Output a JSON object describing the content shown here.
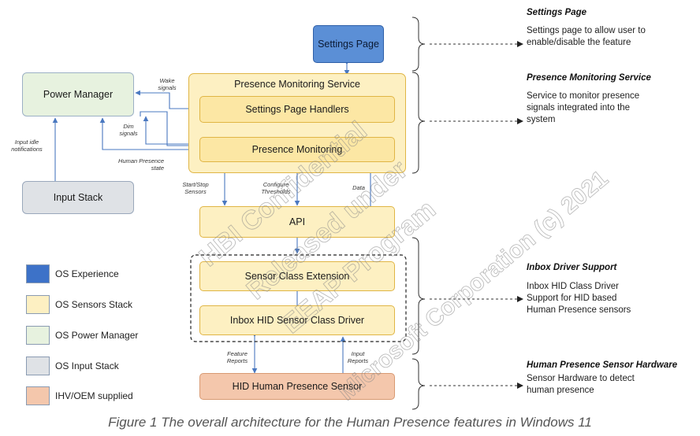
{
  "boxes": {
    "settings_page": "Settings Page",
    "power_manager": "Power Manager",
    "presence_monitoring_service": "Presence Monitoring Service",
    "settings_page_handlers": "Settings Page Handlers",
    "presence_monitoring": "Presence Monitoring",
    "input_stack": "Input Stack",
    "api": "API",
    "sensor_class_extension": "Sensor Class Extension",
    "inbox_hid_driver": "Inbox HID Sensor Class Driver",
    "hid_sensor": "HID Human Presence Sensor"
  },
  "labels": {
    "wake_signals": "Wake signals",
    "dim_signals": "Dim signals",
    "human_presence_state": "Human Presence state",
    "input_idle": "Input idle notifications",
    "start_stop": "Start/Stop Sensors",
    "configure_thresholds": "Configure Thresholds",
    "data": "Data",
    "feature_reports": "Feature Reports",
    "input_reports": "Input Reports"
  },
  "sections": [
    {
      "title": "Settings Page",
      "desc": "Settings page to allow user to enable/disable the feature"
    },
    {
      "title": "Presence Monitoring Service",
      "desc": "Service to monitor presence signals integrated into the system"
    },
    {
      "title": "Inbox Driver Support",
      "desc": "Inbox HID Class Driver Support for HID based Human Presence sensors"
    },
    {
      "title": "Human Presence Sensor Hardware",
      "desc": "Sensor Hardware to detect human presence"
    }
  ],
  "legend": [
    {
      "label": "OS Experience",
      "color": "#3d72c8"
    },
    {
      "label": "OS Sensors Stack",
      "color": "#fdf0c2"
    },
    {
      "label": "OS Power Manager",
      "color": "#e7f2df"
    },
    {
      "label": "OS Input Stack",
      "color": "#dfe2e6"
    },
    {
      "label": "IHV/OEM supplied",
      "color": "#f4c7ac"
    }
  ],
  "watermark": [
    "HBI Confidential",
    "Released under",
    "EEAP Program",
    "Microsoft Corporation (c) 2021"
  ],
  "caption": "Figure 1 The overall architecture for the Human Presence features in Windows 11",
  "colors": {
    "arrow": "#4a78c0",
    "sensors_fill": "#fdf0c2",
    "sensors_border": "#e0b545",
    "power_fill": "#e7f2df",
    "input_fill": "#dfe2e6",
    "hid_fill": "#f4c7ac",
    "settings_fill": "#5b8fd6"
  }
}
